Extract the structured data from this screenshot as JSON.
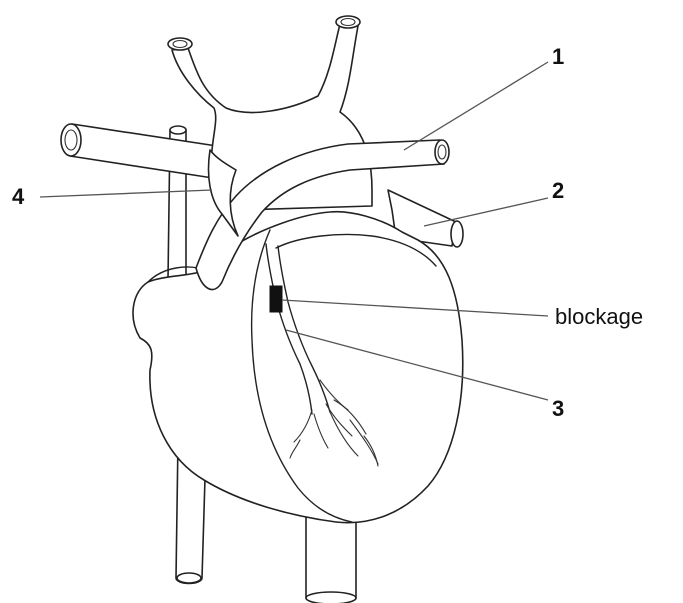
{
  "labels": {
    "one": "1",
    "two": "2",
    "three": "3",
    "four": "4",
    "blockage": "blockage"
  },
  "colors": {
    "line": "#222222",
    "blockage": "#111111",
    "background": "#ffffff"
  }
}
